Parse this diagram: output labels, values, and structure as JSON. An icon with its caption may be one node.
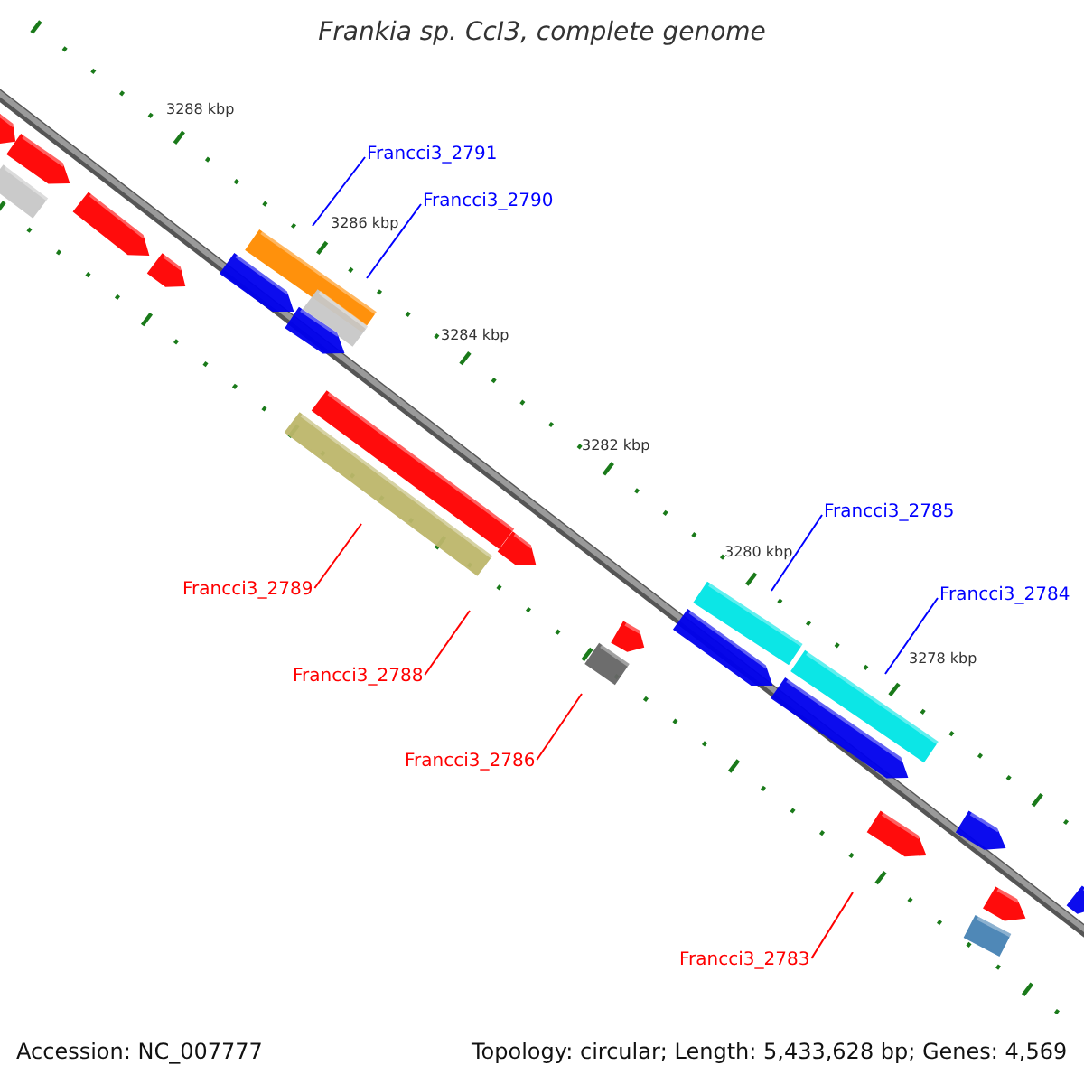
{
  "diagram": {
    "title": "Frankia sp. CcI3, complete genome",
    "nodes": [
      {
        "text": [
          "Francci3_2791"
        ]
      },
      {
        "text": [
          "Francci3_2790"
        ]
      },
      {
        "text": [
          "Francci3_2785"
        ]
      },
      {
        "text": [
          "Francci3_2789"
        ]
      },
      {
        "text": [
          "Francci3_2784"
        ]
      },
      {
        "text": [
          "Francci3_2788"
        ]
      },
      {
        "text": [
          "Francci3_2786"
        ]
      },
      {
        "text": [
          "Francci3_2783"
        ]
      }
    ],
    "edges": [
      {
        "from": 0,
        "to": null,
        "arrow": "none",
        "color": "#0000ff"
      },
      {
        "from": 1,
        "to": null,
        "arrow": "none",
        "color": "#0000ff"
      },
      {
        "from": 2,
        "to": null,
        "arrow": "none",
        "color": "#0000ff"
      },
      {
        "from": 3,
        "to": null,
        "arrow": "none",
        "color": "#ff0000"
      },
      {
        "from": 4,
        "to": null,
        "arrow": "none",
        "color": "#0000ff"
      },
      {
        "from": 5,
        "to": null,
        "arrow": "none",
        "color": "#ff0000"
      },
      {
        "from": 6,
        "to": null,
        "arrow": "none",
        "color": "#ff0000"
      },
      {
        "from": 7,
        "to": null,
        "arrow": "none",
        "color": "#ff0000"
      }
    ],
    "labels": [
      "3288 kbp",
      "3286 kbp",
      "3284 kbp",
      "3282 kbp",
      "3280 kbp",
      "3278 kbp",
      "Accession: NC_007777",
      "Topology: circular; Length: 5,433,628 bp; Genes: 4,569"
    ]
  }
}
